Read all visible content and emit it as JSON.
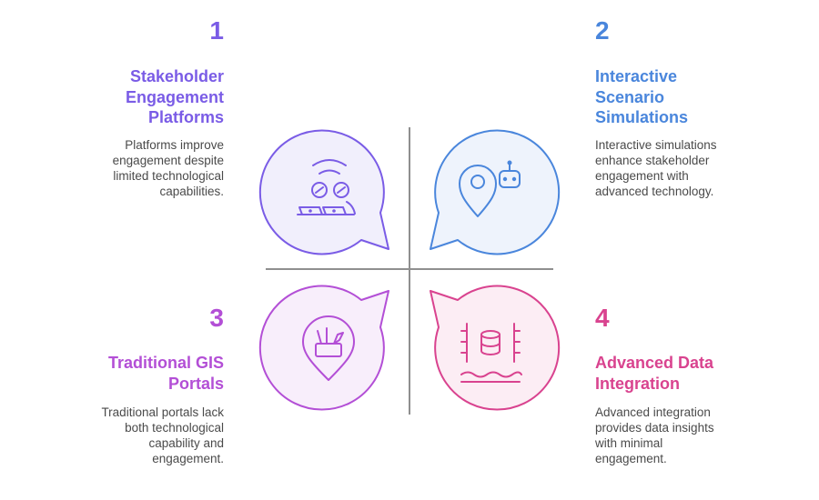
{
  "quadrants": [
    {
      "number": "1",
      "title": "Stakeholder Engagement Platforms",
      "description": "Platforms improve engagement despite limited technological capabilities.",
      "icon": "people-laptops-icon",
      "color": "#7a5ce6",
      "fill": "#f1effc"
    },
    {
      "number": "2",
      "title": "Interactive Scenario Simulations",
      "description": "Interactive simulations enhance stakeholder engagement with advanced technology.",
      "icon": "map-pin-robot-icon",
      "color": "#4a86dc",
      "fill": "#eef3fc"
    },
    {
      "number": "3",
      "title": "Traditional GIS Portals",
      "description": "Traditional portals lack both technological capability and engagement.",
      "icon": "map-pin-tools-icon",
      "color": "#b34fd6",
      "fill": "#f8eefb"
    },
    {
      "number": "4",
      "title": "Advanced Data Integration",
      "description": "Advanced integration provides data insights with minimal engagement.",
      "icon": "database-water-icon",
      "color": "#d9438f",
      "fill": "#fcedf4"
    }
  ]
}
